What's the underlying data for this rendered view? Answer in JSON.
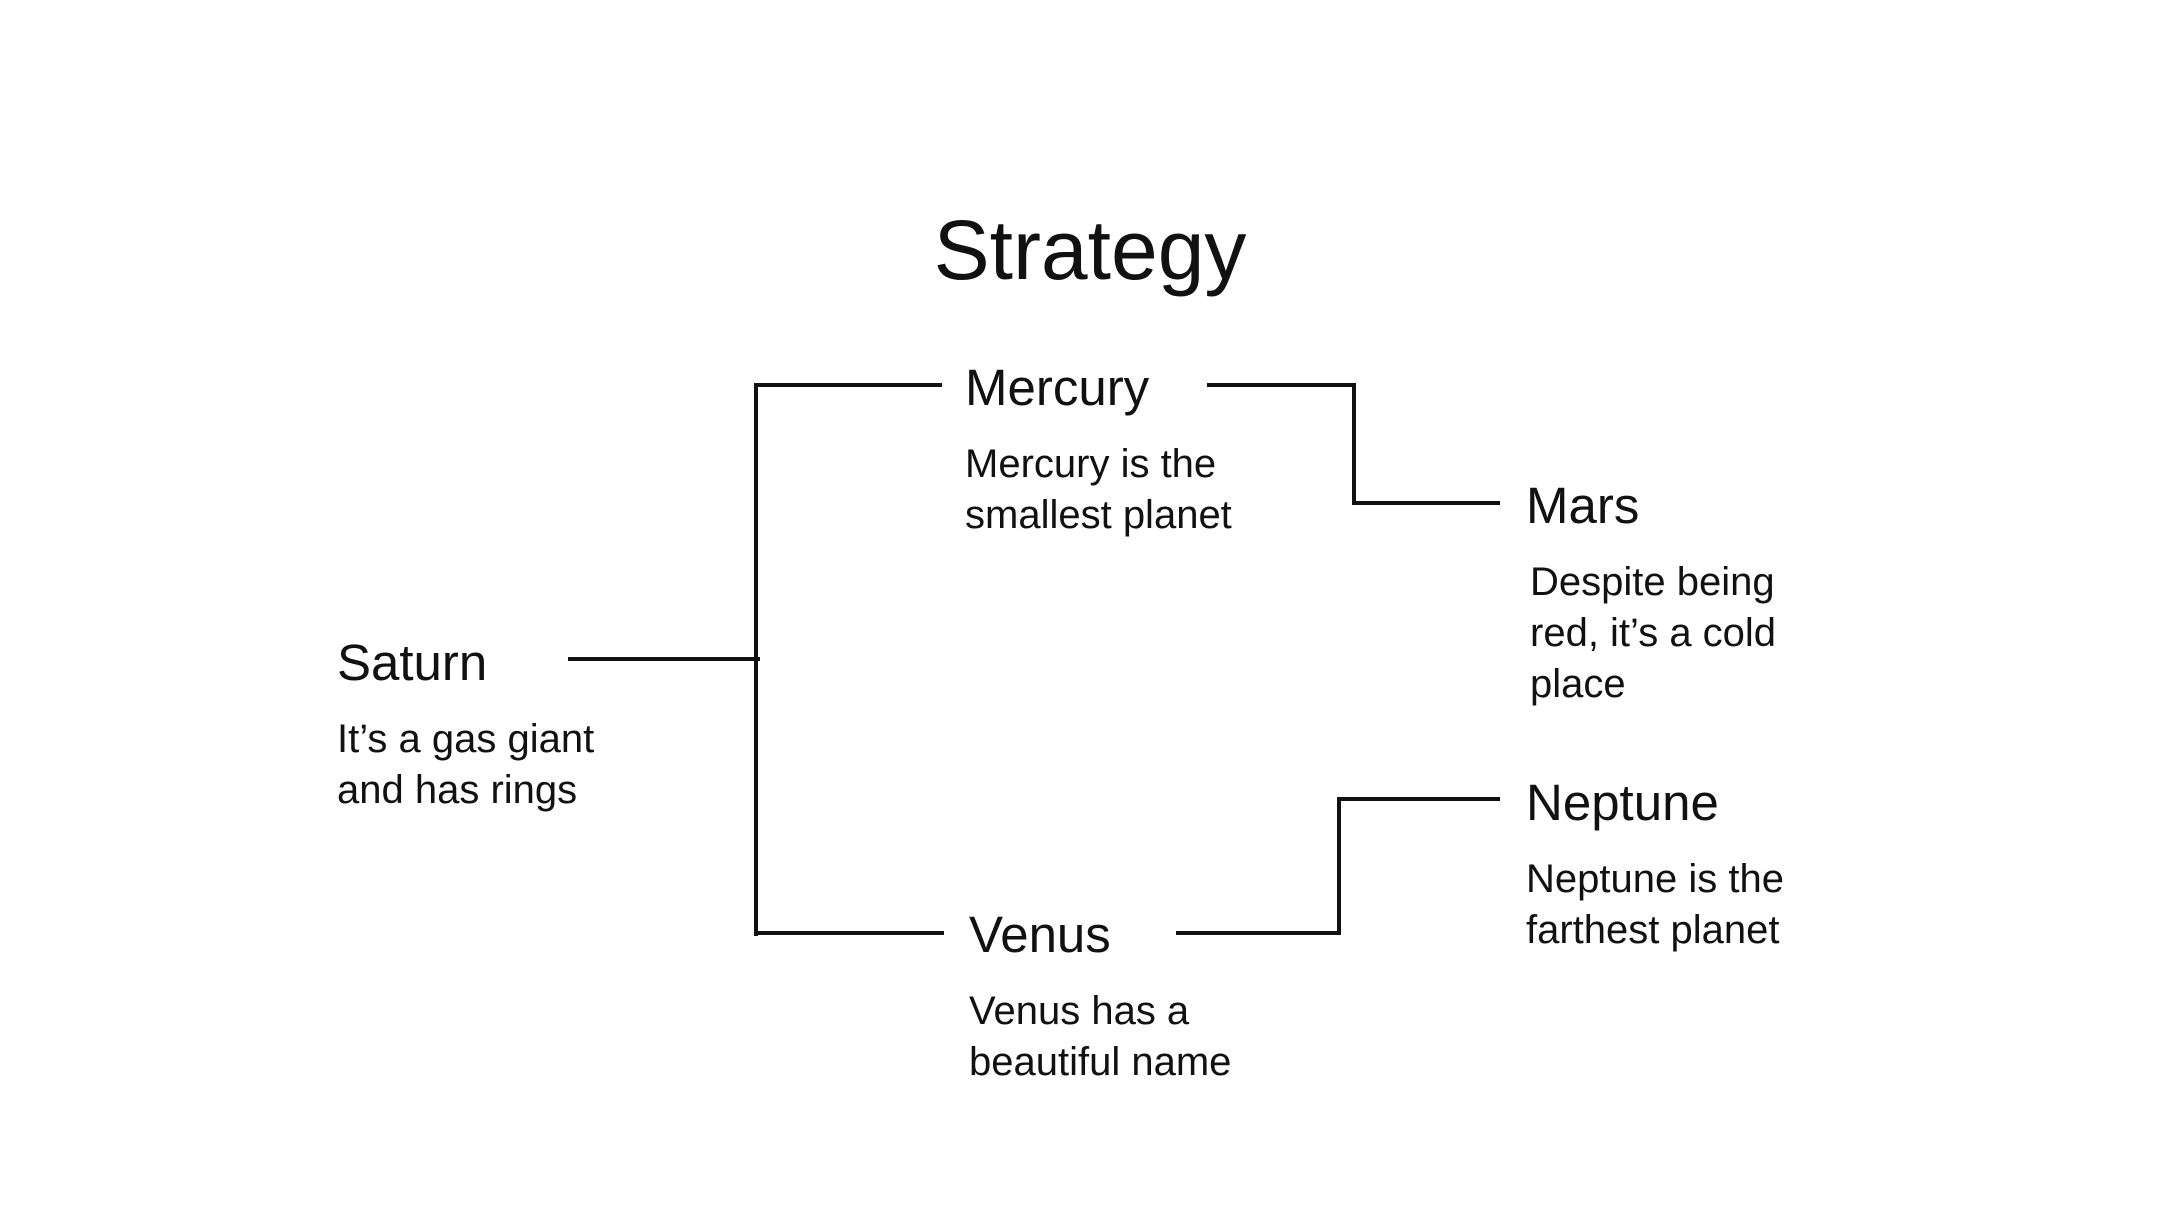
{
  "title": "Strategy",
  "nodes": {
    "saturn": {
      "name": "Saturn",
      "description": "It’s a gas giant\nand has rings"
    },
    "mercury": {
      "name": "Mercury",
      "description": "Mercury is the\nsmallest planet"
    },
    "venus": {
      "name": "Venus",
      "description": "Venus has a\nbeautiful name"
    },
    "mars": {
      "name": "Mars",
      "description": "Despite being\nred,  it’s a cold\nplace"
    },
    "neptune": {
      "name": "Neptune",
      "description": "Neptune is the\nfarthest planet"
    }
  },
  "edges": [
    {
      "from": "saturn",
      "to": "mercury"
    },
    {
      "from": "saturn",
      "to": "venus"
    },
    {
      "from": "mercury",
      "to": "mars"
    },
    {
      "from": "venus",
      "to": "neptune"
    }
  ]
}
